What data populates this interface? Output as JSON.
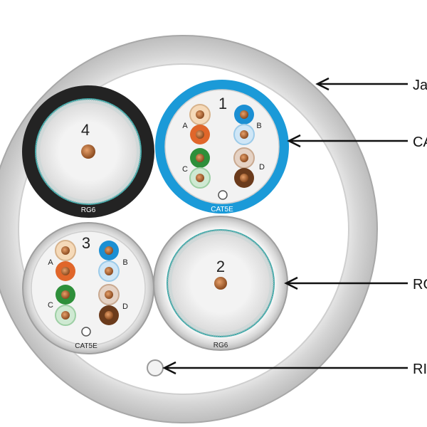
{
  "callouts": {
    "jacket": "Ja",
    "cat5e": "CA",
    "rg6": "RG",
    "ripcord": "RI"
  },
  "cables": {
    "cat5e_1": {
      "number": "1",
      "type_label": "CAT5E",
      "pairs": [
        "A",
        "B",
        "C",
        "D"
      ]
    },
    "rg6_2": {
      "number": "2",
      "type_label": "RG6"
    },
    "cat5e_3": {
      "number": "3",
      "type_label": "CAT5E",
      "pairs": [
        "A",
        "B",
        "C",
        "D"
      ]
    },
    "rg6_4": {
      "number": "4",
      "type_label": "RG6"
    }
  },
  "colors": {
    "jacket": "#e2e2e2",
    "cat5e_blue_jacket": "#1b9ad8",
    "rg6_black_jacket": "#222222",
    "coax_teal": "#3fa9a9",
    "copper": "#b56a36",
    "pair_orange": "#e0662a",
    "pair_blue": "#1b8fd3",
    "pair_green": "#2e8f3a",
    "pair_brown": "#6b3b1c"
  }
}
